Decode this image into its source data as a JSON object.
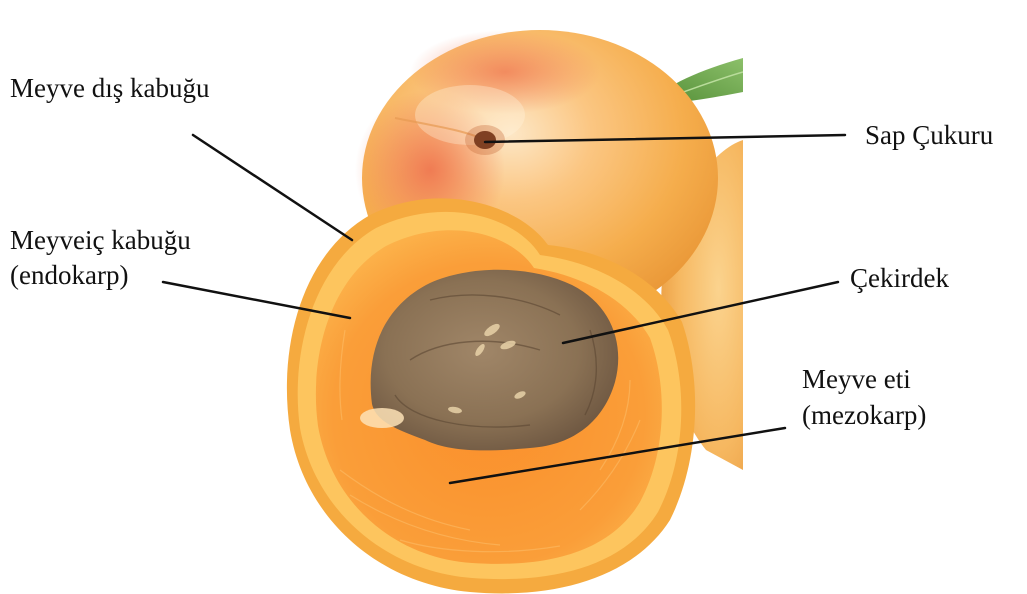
{
  "labels": {
    "outer_skin": "Meyve dış kabuğu",
    "stem_pit": "Sap Çukuru",
    "endocarp_line1": "Meyveiç kabuğu",
    "endocarp_line2": "(endokarp)",
    "seed": "Çekirdek",
    "mesocarp_line1": "Meyve eti",
    "mesocarp_line2": "(mezokarp)"
  },
  "colors": {
    "apricot_skin": "#f7b560",
    "apricot_blush": "#ef7f52",
    "apricot_flesh": "#f99a3a",
    "flesh_rim": "#fcc25b",
    "pit": "#8d7558",
    "leaf": "#5f9a3d",
    "leader_line": "#111111",
    "text": "#111111"
  }
}
